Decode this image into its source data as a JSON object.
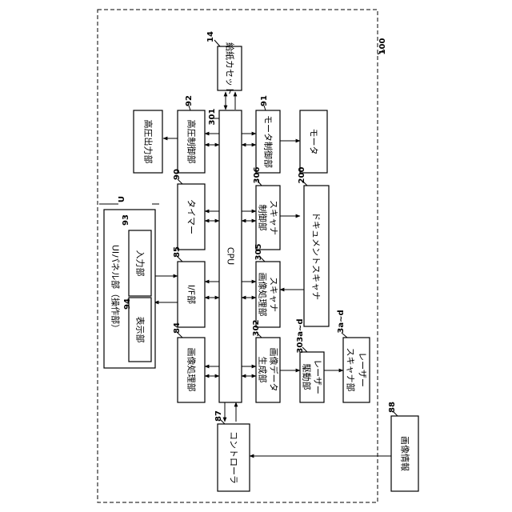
{
  "refs": {
    "system": "100",
    "cassette": "14",
    "cpu_ref": "301",
    "hv_ctrl": "92",
    "motor_ctrl": "91",
    "timer": "90",
    "scanner_ctrl": "306",
    "doc_scanner": "200",
    "ui_panel": "U",
    "input": "93",
    "display": "94",
    "if_unit": "85",
    "scan_proc": "305",
    "img_proc": "84",
    "data_gen": "302",
    "laser_drv": "303a~d",
    "laser_scan": "3a~d",
    "controller": "87",
    "image_info": "88"
  },
  "labels": {
    "cassette": "給紙カセット",
    "hv_out": "高圧出力部",
    "hv_ctrl": "高圧制御部",
    "cpu": "CPU",
    "motor_ctrl": "モータ制御部",
    "motor": "モータ",
    "timer": "タイマー",
    "scanner_ctrl_1": "スキャナ",
    "scanner_ctrl_2": "制御部",
    "doc_scanner": "ドキュメントスキャナ",
    "ui_panel": "UIパネル部（操作部）",
    "input": "入力部",
    "display": "表示部",
    "if_unit": "I/F部",
    "scan_proc_1": "スキャナ",
    "scan_proc_2": "画像処理部",
    "img_proc": "画像処理部",
    "data_gen_1": "画像データ",
    "data_gen_2": "生成部",
    "laser_drv_1": "レーザー",
    "laser_drv_2": "駆動部",
    "laser_scan_1": "レーザー",
    "laser_scan_2": "スキャナ部",
    "controller": "コントローラ",
    "image_info": "画像情報"
  }
}
